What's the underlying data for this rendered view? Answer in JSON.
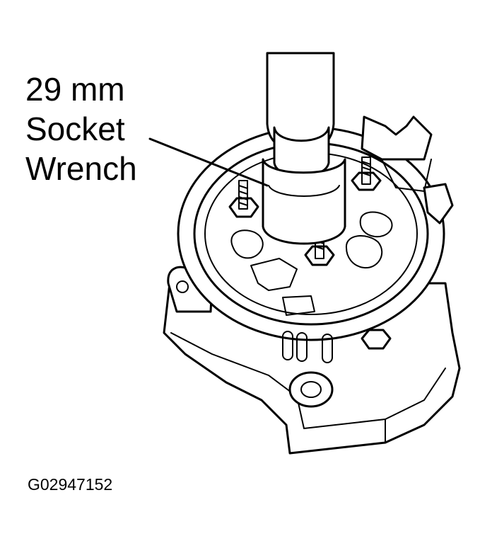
{
  "callout": {
    "lines": [
      "29 mm",
      "Socket",
      "Wrench"
    ]
  },
  "figure_id": "G02947152",
  "colors": {
    "ink": "#000000",
    "paper": "#ffffff"
  }
}
